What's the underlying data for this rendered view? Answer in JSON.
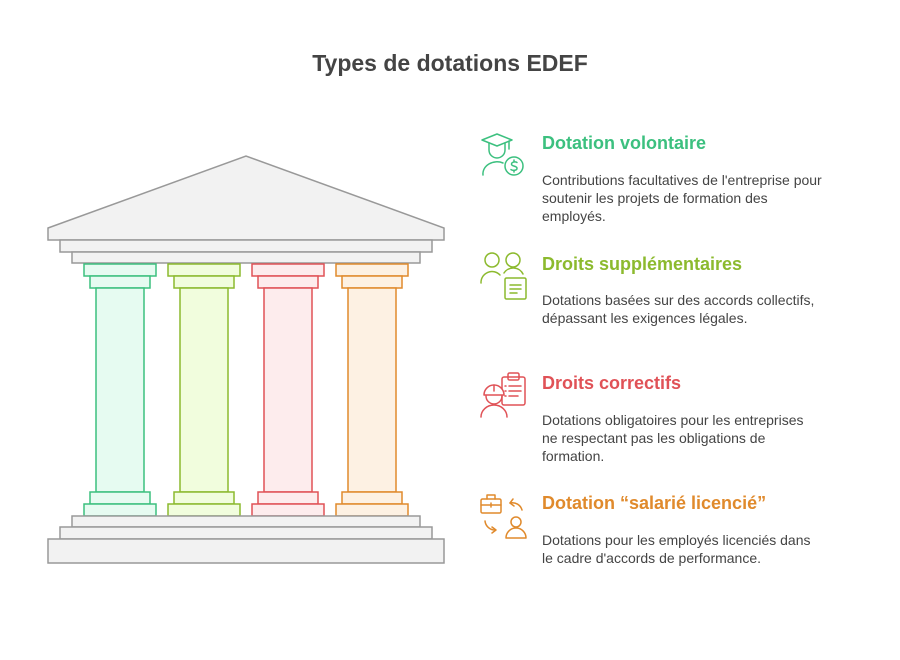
{
  "title": "Types de dotations EDEF",
  "colors": {
    "outline": "#999999",
    "stone_fill": "#f2f2f2",
    "text": "#444444"
  },
  "items": [
    {
      "title": "Dotation volontaire",
      "description": "Contributions facultatives de l'entreprise pour soutenir les projets de formation des employés.",
      "color": "#3cc07f",
      "fill": "#e6fbf1",
      "icon": "graduate-dollar-icon"
    },
    {
      "title": "Droits supplémentaires",
      "description": "Dotations basées sur des accords collectifs, dépassant les exigences légales.",
      "color": "#8cba2e",
      "fill": "#f1fddd",
      "icon": "users-document-icon"
    },
    {
      "title": "Droits correctifs",
      "description": "Dotations obligatoires pour les entreprises ne respectant pas les obligations de formation.",
      "color": "#e05257",
      "fill": "#fdeced",
      "icon": "worker-clipboard-icon"
    },
    {
      "title": "Dotation “salarié licencié”",
      "description": "Dotations pour les employés licenciés dans le cadre d'accords de performance.",
      "color": "#e08a2c",
      "fill": "#fdf1e3",
      "icon": "briefcase-person-icon"
    }
  ]
}
